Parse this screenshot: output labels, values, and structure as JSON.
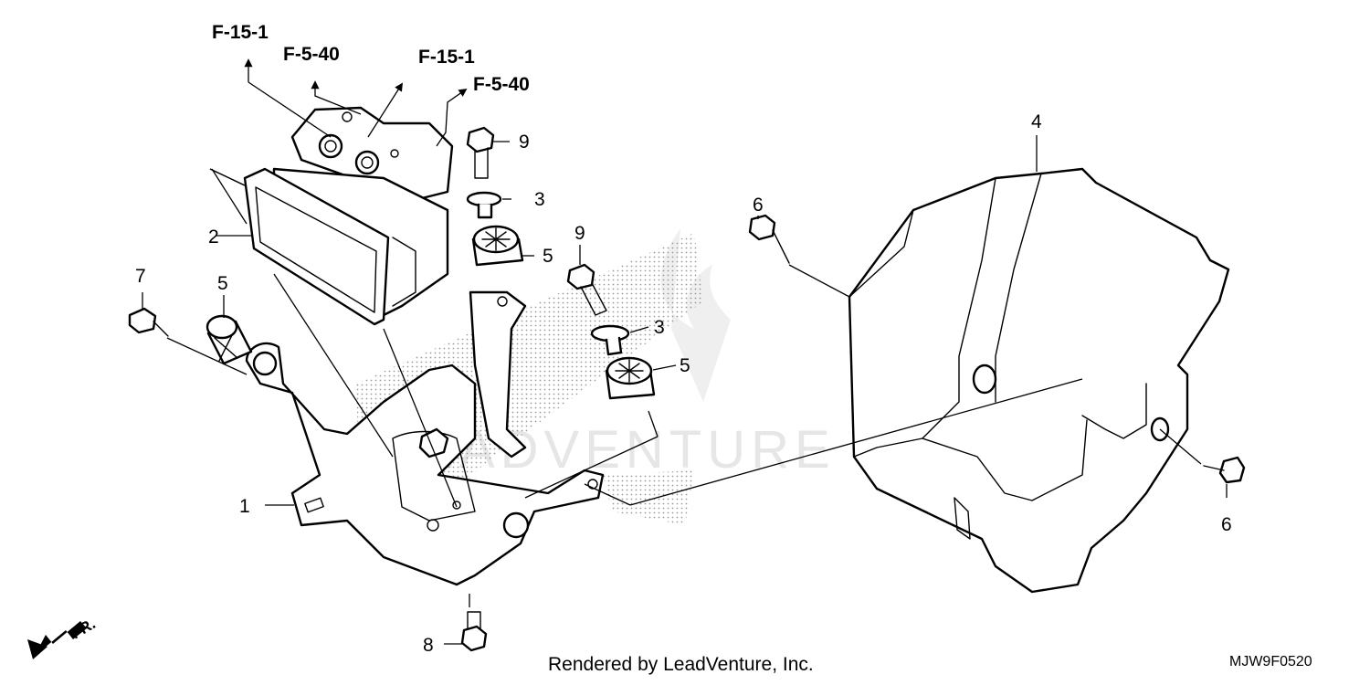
{
  "references": {
    "f15_1_left": "F-15-1",
    "f5_40_left": "F-5-40",
    "f15_1_right": "F-15-1",
    "f5_40_right": "F-5-40"
  },
  "callouts": {
    "c1": "1",
    "c2": "2",
    "c3a": "3",
    "c3b": "3",
    "c4": "4",
    "c5a": "5",
    "c5b": "5",
    "c5c": "5",
    "c6a": "6",
    "c6b": "6",
    "c7": "7",
    "c8": "8",
    "c9a": "9",
    "c9b": "9"
  },
  "direction_marker": "FR.",
  "watermark": "LEADVENTURE",
  "footer": {
    "credit": "Rendered by LeadVenture, Inc.",
    "diagram_code": "MJW9F0520"
  }
}
